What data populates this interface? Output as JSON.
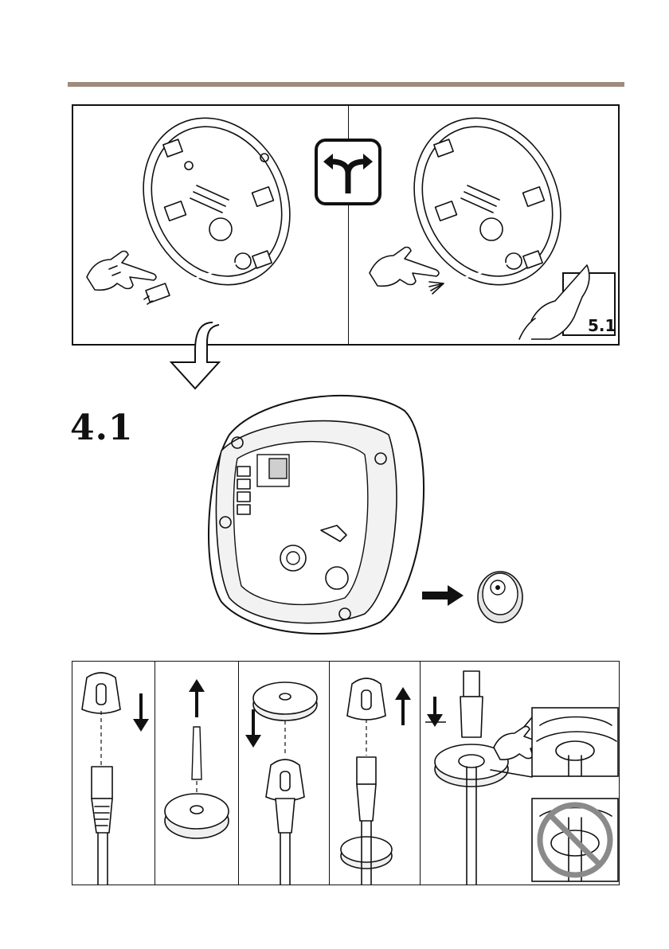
{
  "colors": {
    "rule": "#a08a7e",
    "line": "#111111",
    "prohibit": "#8a8a8a"
  },
  "top_panel": {
    "left_icon": "pointing-hand-icon",
    "center_icon": "fork-arrow-icon",
    "right_icon": "page-reference-icon",
    "reference": "5.1"
  },
  "step": {
    "label": "4.1"
  },
  "bottom_panel": {
    "steps": [
      "cap-down",
      "plug-up",
      "grommet-down",
      "cap-up",
      "cable-push-in"
    ],
    "prohibit_icon": "prohibited-icon"
  }
}
